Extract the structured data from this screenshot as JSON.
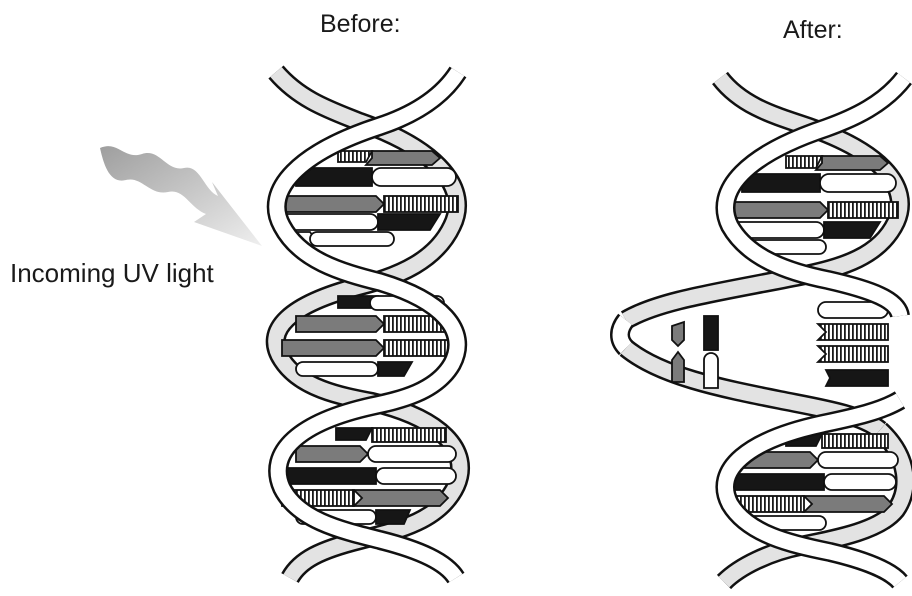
{
  "labels": {
    "before": "Before:",
    "after": "After:",
    "incoming": "Incoming UV light"
  },
  "icons": {
    "uv_arrow": "wavy-arrow-icon"
  },
  "colors": {
    "backbone_fill": "#e3e3e3",
    "backbone_stroke": "#111111",
    "base_black": "#161616",
    "base_gray": "#7b7b7b",
    "base_white": "#ffffff",
    "base_striped": "#9a9a9a",
    "uv_arrow": "#bdbdbd"
  }
}
